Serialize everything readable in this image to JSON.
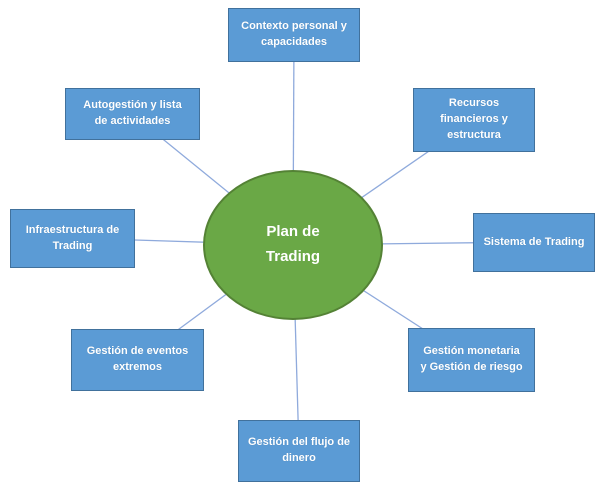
{
  "diagram": {
    "center": {
      "label": "Plan de\nTrading"
    },
    "nodes": [
      {
        "id": "contexto-personal",
        "position": "top",
        "label": "Contexto personal y\ncapacidades"
      },
      {
        "id": "autogestion",
        "position": "top-left",
        "label": "Autogestión y lista\nde actividades"
      },
      {
        "id": "recursos-financieros",
        "position": "top-right",
        "label": "Recursos\nfinancieros y\nestructura"
      },
      {
        "id": "infraestructura",
        "position": "left",
        "label": "Infraestructura de\nTrading"
      },
      {
        "id": "sistema-de-trading",
        "position": "right",
        "label": "Sistema de Trading"
      },
      {
        "id": "gestion-eventos",
        "position": "bottom-left",
        "label": "Gestión de eventos\nextremos"
      },
      {
        "id": "gestion-monetaria",
        "position": "bottom-right",
        "label": "Gestión monetaria\ny Gestión de riesgo"
      },
      {
        "id": "gestion-flujo-dinero",
        "position": "bottom",
        "label": "Gestión del flujo de\ndinero"
      }
    ],
    "colors": {
      "node_fill": "#5b9bd5",
      "node_border": "#41719c",
      "center_fill": "#6aa846",
      "center_border": "#548235",
      "connector": "#8faadc",
      "text": "#ffffff",
      "background": "#ffffff"
    }
  }
}
